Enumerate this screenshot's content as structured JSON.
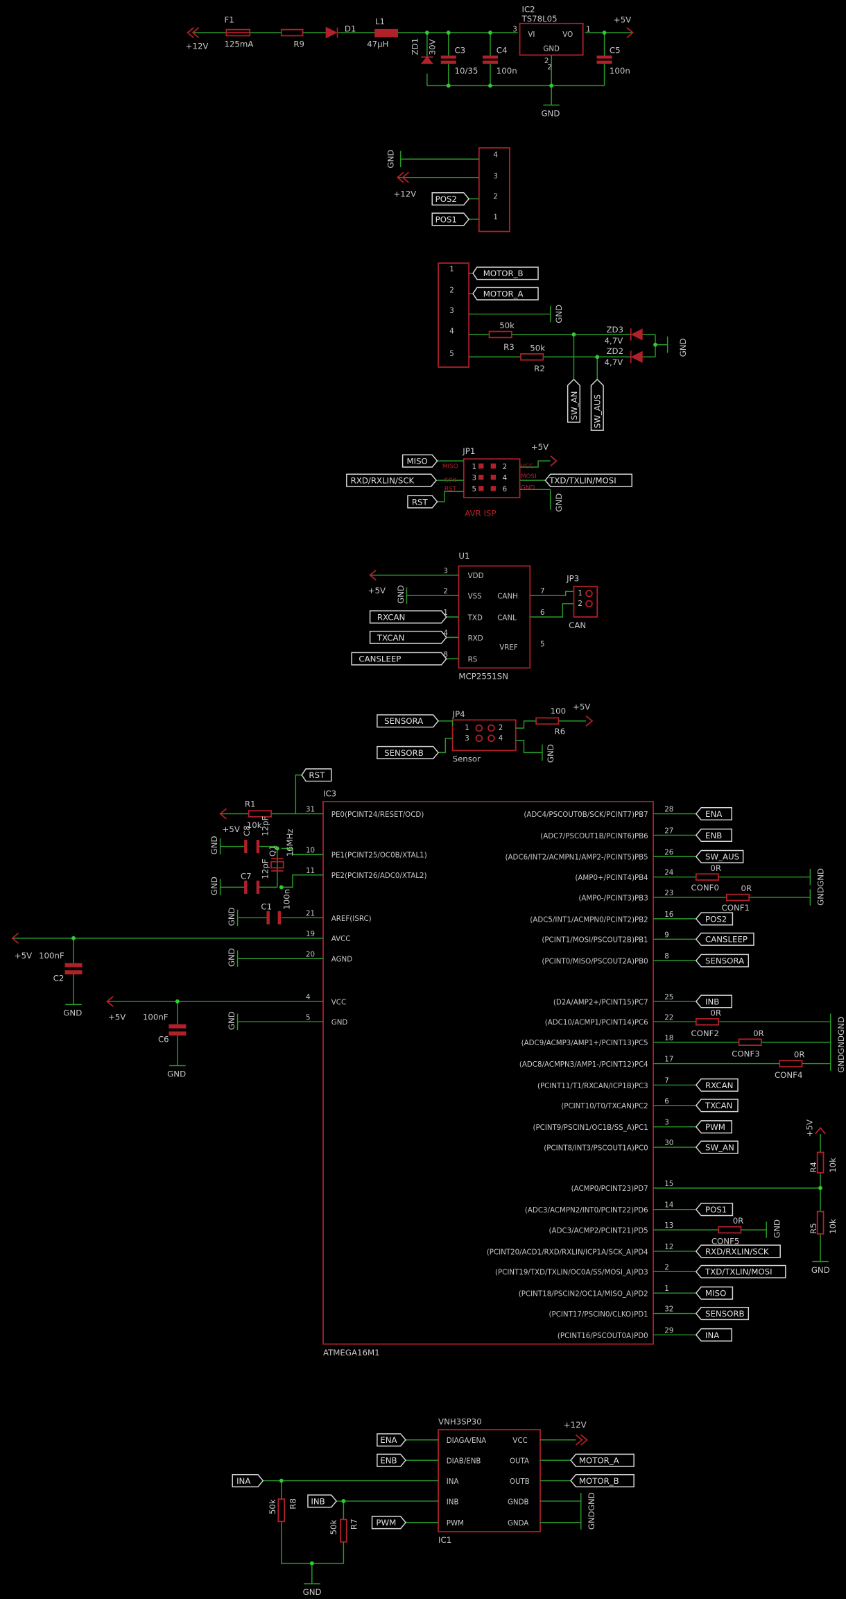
{
  "colors": {
    "background": "#000000",
    "wire": "#2a9a2a",
    "part": "#b2202a",
    "text": "#c8c8c8",
    "label": "#d8d8d8",
    "junction": "#2ecc2e"
  },
  "power": {
    "v12": "+12V",
    "f1": "F1",
    "f1_val": "125mA",
    "r9": "R9",
    "d1": "D1",
    "l1": "L1",
    "l1_val": "47µH",
    "zd1": "ZD1",
    "zd1_val": "30V",
    "c3": "C3",
    "c3_val": "10/35",
    "c4": "C4",
    "c4_val": "100n",
    "ic2": "IC2",
    "ic2_type": "TS78L05",
    "vi": "VI",
    "vo": "VO",
    "gnd_pin": "GND",
    "pin1": "1",
    "pin3": "3",
    "pin2": "2",
    "pin2b": "2",
    "v5": "+5V",
    "c5": "C5",
    "c5_val": "100n",
    "gnd": "GND"
  },
  "conn1": {
    "gnd": "GND",
    "v12": "+12V",
    "pos2": "POS2",
    "pos1": "POS1",
    "pins": [
      "4",
      "3",
      "2",
      "1"
    ]
  },
  "conn2": {
    "motor_b": "MOTOR_B",
    "motor_a": "MOTOR_A",
    "gnd": "GND",
    "r3": "R3",
    "r3_val": "50k",
    "r2": "R2",
    "r2_val": "50k",
    "zd3": "ZD3",
    "zd3_val": "4,7V",
    "zd2": "ZD2",
    "zd2_val": "4,7V",
    "gnd2": "GND",
    "sw_an": "SW_AN",
    "sw_aus": "SW_AUS",
    "pins": [
      "1",
      "2",
      "3",
      "4",
      "5"
    ]
  },
  "isp": {
    "jp1": "JP1",
    "v5": "+5V",
    "miso": "MISO",
    "sck_net": "RXD/RXLIN/SCK",
    "rst": "RST",
    "mosi_net": "TXD/TXLIN/MOSI",
    "gnd": "GND",
    "name": "AVR ISP",
    "l_miso": "MISO",
    "l_sck": "SCK",
    "l_rst": "RST",
    "l_vcc": "VCC",
    "l_mosi": "MOSI",
    "l_gnd": "GND",
    "pins": [
      "1",
      "2",
      "3",
      "4",
      "5",
      "6"
    ]
  },
  "can": {
    "u1": "U1",
    "part": "MCP2551SN",
    "vdd": "VDD",
    "vss": "VSS",
    "txd": "TXD",
    "rxd": "RXD",
    "rs": "RS",
    "canh": "CANH",
    "canl": "CANL",
    "vref": "VREF",
    "p3": "3",
    "p2": "2",
    "p1": "1",
    "p4": "4",
    "p8": "8",
    "p7": "7",
    "p6": "6",
    "p5": "5",
    "v5": "+5V",
    "gnd": "GND",
    "rxcan": "RXCAN",
    "txcan": "TXCAN",
    "cansleep": "CANSLEEP",
    "jp3": "JP3",
    "can_lbl": "CAN",
    "jp3_p1": "1",
    "jp3_p2": "2"
  },
  "sensor": {
    "sensora": "SENSORA",
    "sensorb": "SENSORB",
    "jp4": "JP4",
    "name": "Sensor",
    "r6": "R6",
    "r6_val": "100",
    "v5": "+5V",
    "gnd": "GND",
    "pins": [
      "1",
      "2",
      "3",
      "4"
    ]
  },
  "mcu": {
    "ic3": "IC3",
    "part": "ATMEGA16M1",
    "rst": "RST",
    "r1": "R1",
    "r1_val": "10k",
    "v5a": "+5V",
    "c8": "C8",
    "c8_val": "12pF",
    "q1": "Q1",
    "q1_val": "16MHz",
    "c7": "C7",
    "c7_val": "12pF",
    "c1": "C1",
    "c1_val": "100n",
    "v5b": "+5V",
    "c2": "C2",
    "c2_val": "100nF",
    "v5c": "+5V",
    "c6": "C6",
    "c6_val": "100nF",
    "gnd": "GND",
    "left": [
      {
        "num": "31",
        "name": "PE0(PCINT24/RESET/OCD)"
      },
      {
        "num": "10",
        "name": "PE1(PCINT25/OC0B/XTAL1)"
      },
      {
        "num": "11",
        "name": "PE2(PCINT26/ADC0/XTAL2)"
      },
      {
        "num": "21",
        "name": "AREF(ISRC)"
      },
      {
        "num": "19",
        "name": "AVCC"
      },
      {
        "num": "20",
        "name": "AGND"
      },
      {
        "num": "4",
        "name": "VCC"
      },
      {
        "num": "5",
        "name": "GND"
      }
    ],
    "right": [
      {
        "num": "28",
        "name": "(ADC4/PSCOUT0B/SCK/PCINT7)PB7",
        "net": "ENA"
      },
      {
        "num": "27",
        "name": "(ADC7/PSCOUT1B/PCINT6)PB6",
        "net": "ENB"
      },
      {
        "num": "26",
        "name": "(ADC6/INT2/ACMPN1/AMP2-/PCINT5)PB5",
        "net": "SW_AUS"
      },
      {
        "num": "24",
        "name": "(AMP0+/PCINT4)PB4",
        "net": ""
      },
      {
        "num": "23",
        "name": "(AMP0-/PCINT3)PB3",
        "net": ""
      },
      {
        "num": "16",
        "name": "(ADC5/INT1/ACMPN0/PCINT2)PB2",
        "net": "POS2"
      },
      {
        "num": "9",
        "name": "(PCINT1/MOSI/PSCOUT2B)PB1",
        "net": "CANSLEEP"
      },
      {
        "num": "8",
        "name": "(PCINT0/MISO/PSCOUT2A)PB0",
        "net": "SENSORA"
      },
      {
        "num": "25",
        "name": "(D2A/AMP2+/PCINT15)PC7",
        "net": "INB"
      },
      {
        "num": "22",
        "name": "(ADC10/ACMP1/PCINT14)PC6",
        "net": ""
      },
      {
        "num": "18",
        "name": "(ADC9/ACMP3/AMP1+/PCINT13)PC5",
        "net": ""
      },
      {
        "num": "17",
        "name": "(ADC8/ACMPN3/AMP1-/PCINT12)PC4",
        "net": ""
      },
      {
        "num": "7",
        "name": "(PCINT11/T1/RXCAN/ICP1B)PC3",
        "net": "RXCAN"
      },
      {
        "num": "6",
        "name": "(PCINT10/T0/TXCAN)PC2",
        "net": "TXCAN"
      },
      {
        "num": "3",
        "name": "(PCINT9/PSCIN1/OC1B/SS_A)PC1",
        "net": "PWM"
      },
      {
        "num": "30",
        "name": "(PCINT8/INT3/PSCOUT1A)PC0",
        "net": "SW_AN"
      },
      {
        "num": "15",
        "name": "(ACMP0/PCINT23)PD7",
        "net": ""
      },
      {
        "num": "14",
        "name": "(ADC3/ACMPN2/INT0/PCINT22)PD6",
        "net": "POS1"
      },
      {
        "num": "13",
        "name": "(ADC3/ACMP2/PCINT21)PD5",
        "net": ""
      },
      {
        "num": "12",
        "name": "(PCINT20/ACD1/RXD/RXLIN/ICP1A/SCK_A)PD4",
        "net": "RXD/RXLIN/SCK"
      },
      {
        "num": "2",
        "name": "(PCINT19/TXD/TXLIN/OC0A/SS/MOSI_A)PD3",
        "net": "TXD/TXLIN/MOSI"
      },
      {
        "num": "1",
        "name": "(PCINT18/PSCIN2/OC1A/MISO_A)PD2",
        "net": "MISO"
      },
      {
        "num": "32",
        "name": "(PCINT17/PSCIN0/CLKO)PD1",
        "net": "SENSORB"
      },
      {
        "num": "29",
        "name": "(PCINT16/PSCOUT0A)PD0",
        "net": "INA"
      }
    ],
    "conf0": "CONF0",
    "conf1": "CONF1",
    "conf2": "CONF2",
    "conf3": "CONF3",
    "conf4": "CONF4",
    "conf5": "CONF5",
    "zero_r": "0R",
    "r4": "R4",
    "r4_val": "10k",
    "r5": "R5",
    "r5_val": "10k",
    "v5d": "+5V",
    "gndgnd": "GNDGND",
    "gndgndgnd": "GNDGNDGND"
  },
  "driver": {
    "part": "VNH3SP30",
    "ic1": "IC1",
    "v12": "+12V",
    "diaga": "DIAGA/ENA",
    "diagb": "DIAB/ENB",
    "ina_pin": "INA",
    "inb_pin": "INB",
    "pwm_pin": "PWM",
    "vcc": "VCC",
    "outa": "OUTA",
    "outb": "OUTB",
    "gndb": "GNDB",
    "gnda": "GNDA",
    "ena": "ENA",
    "enb": "ENB",
    "ina": "INA",
    "inb": "INB",
    "pwm": "PWM",
    "motor_a": "MOTOR_A",
    "motor_b": "MOTOR_B",
    "gndgnd": "GNDGND",
    "r8": "R8",
    "r8_val": "50k",
    "r7": "R7",
    "r7_val": "50k",
    "gnd": "GND"
  }
}
